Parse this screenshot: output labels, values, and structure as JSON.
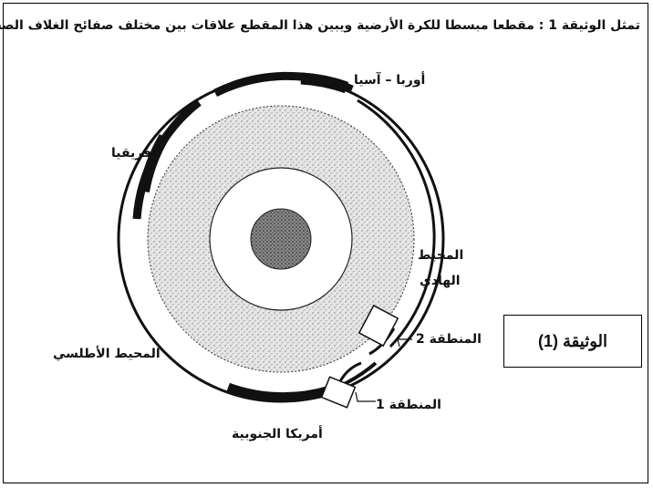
{
  "caption": "تمثل الوثيقة 1 : مقطعا مبسطا للكرة الأرضية ويبين هذا المقطع علاقات بين مختلف صفائح الغلاف الصخري",
  "labels": {
    "europe_asia": "أوربا – آسيا",
    "africa": "إفريقيا",
    "pacific_line1": "المحيط",
    "pacific_line2": "الهادي",
    "zone2": "المنطقة 2",
    "atlantic": "المحيط الأطلسي",
    "zone1": "المنطقة 1",
    "south_america": "أمريكا الجنوبية"
  },
  "document_label": "الوثيقة (1)"
}
